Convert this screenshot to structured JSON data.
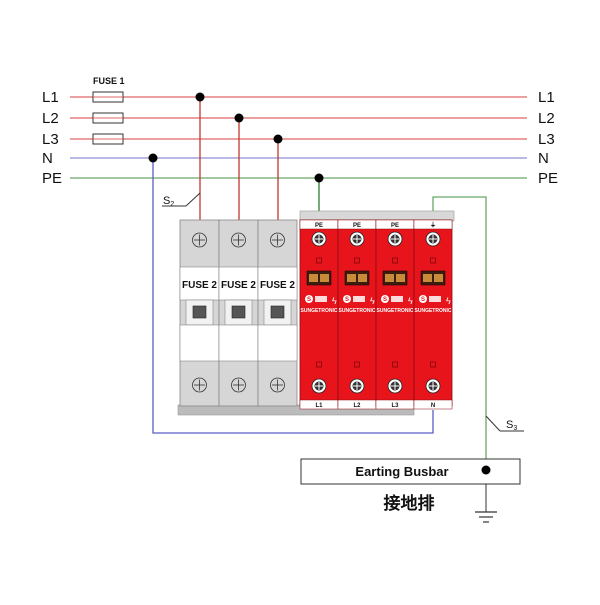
{
  "lines": [
    {
      "label": "L1",
      "color": "#e06666"
    },
    {
      "label": "L2",
      "color": "#e06666"
    },
    {
      "label": "L3",
      "color": "#e06666"
    },
    {
      "label": "N",
      "color": "#8f8fd8"
    },
    {
      "label": "PE",
      "color": "#6aa86a"
    }
  ],
  "fuse1_label": "FUSE 1",
  "fuse2_labels": [
    "FUSE 2",
    "FUSE 2",
    "FUSE 2"
  ],
  "spd": {
    "top_labels": [
      "PE",
      "PE",
      "PE",
      "⏚"
    ],
    "bottom_labels": [
      "L1",
      "L2",
      "L3",
      "N"
    ],
    "brand_text": "SUNGETRONIC",
    "body_color": "#e8141c"
  },
  "s2": {
    "main": "S",
    "sub": "2"
  },
  "s3": {
    "main": "S",
    "sub": "3"
  },
  "busbar_title": "Earting Busbar",
  "busbar_cn": "接地排"
}
